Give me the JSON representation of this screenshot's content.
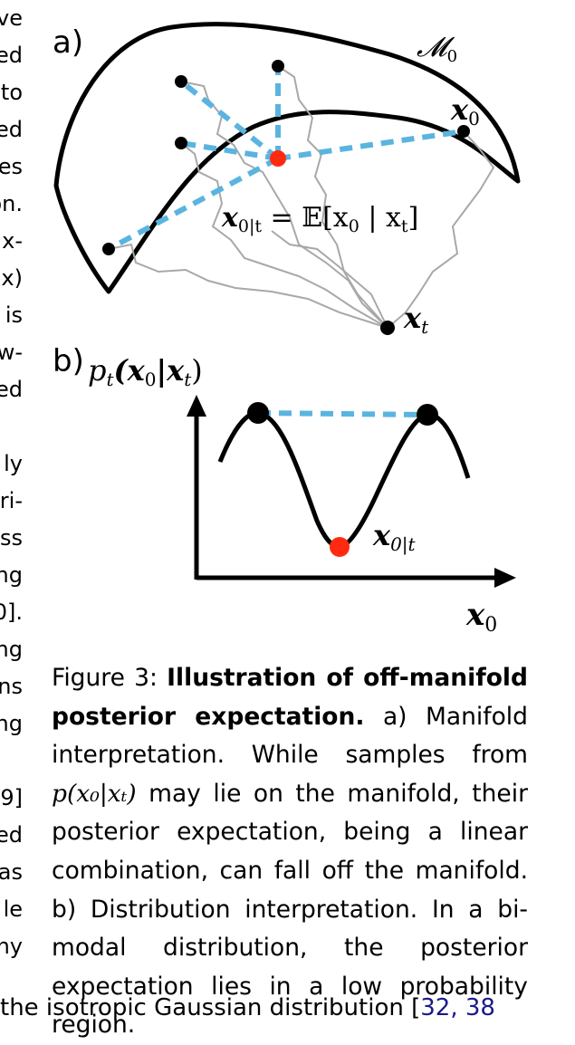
{
  "left_column_fragments": [
    "ve",
    "ed",
    "to",
    "ed",
    "es",
    "on.",
    "ix-",
    "x)",
    "is",
    "w-",
    "ed",
    "",
    "ly",
    "ri-",
    "ss",
    "ng",
    "0].",
    "ng",
    "ns",
    "ng",
    "",
    "9]",
    "ed",
    "as",
    "le",
    "ny"
  ],
  "figure": {
    "panel_a": {
      "label": "a)",
      "manifold_label": "𝓜",
      "manifold_sub": "0",
      "x0_label": "x",
      "x0_sub": "0",
      "xt_label": "x",
      "xt_sub": "t",
      "expectation_label": {
        "lhs": "x",
        "lhs_sub": "0|t",
        "rhs": " = 𝔼[x",
        "rhs_sub": "0",
        "rhs2": " | x",
        "rhs2_sub": "t",
        "close": "]"
      }
    },
    "panel_b": {
      "label": "b)",
      "ylabel": {
        "p": "p",
        "p_sub": "t",
        "open": "(x",
        "s0": "0",
        "mid": "|x",
        "st": "t",
        "close": ")"
      },
      "point_label": "x",
      "point_sub": "0|t",
      "xlabel": "x",
      "xlabel_sub": "0"
    },
    "colors": {
      "dashed": "#5ab4e0",
      "red_point": "#ff2a10",
      "paths": "#a8a8a8",
      "curve": "#000000"
    }
  },
  "caption": {
    "prefix": "Figure 3:",
    "title": "Illustration of off-manifold posterior expectation.",
    "part_a": "a) Manifold interpretation. While samples from",
    "math1": "p(x₀|xₜ)",
    "part_a2": "may lie on the manifold, their posterior expectation, being a linear combination, can fall off the manifold.",
    "part_b": "b) Distribution interpretation. In a bi-modal distribution, the posterior expectation lies in a low probability region."
  },
  "bottom_fragment": {
    "text": "the isotropic Gaussian distribution [",
    "cite": "32, 38"
  }
}
